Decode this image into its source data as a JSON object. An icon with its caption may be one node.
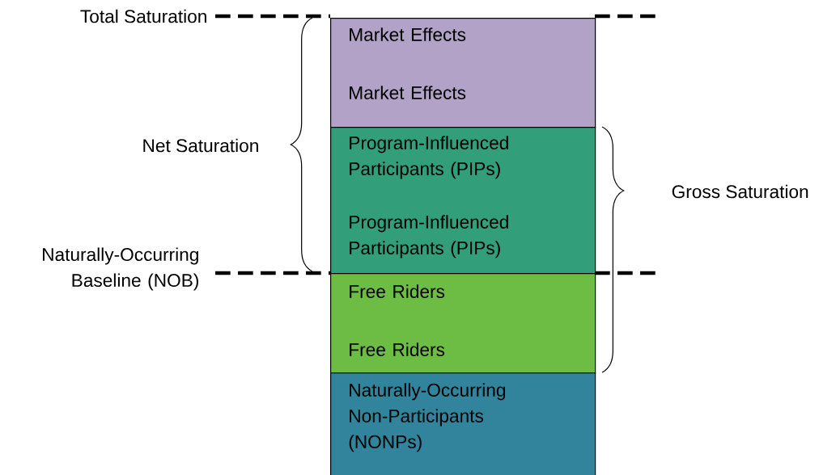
{
  "diagram": {
    "nodes": [
      {
        "text": [
          "Market Effects",
          "Market Effects"
        ]
      },
      {
        "text": [
          "Program-Influenced Participants (PIPs)",
          "Program-Influenced Participants (PIPs)"
        ]
      },
      {
        "text": [
          "Free Riders",
          "Free Riders"
        ]
      },
      {
        "text": [
          "Naturally-Occurring Non-Participants (NONPs)"
        ]
      }
    ],
    "labels": [
      "Total Saturation",
      "Net Saturation",
      "Gross Saturation",
      "Naturally-Occurring Baseline (NOB)"
    ]
  }
}
